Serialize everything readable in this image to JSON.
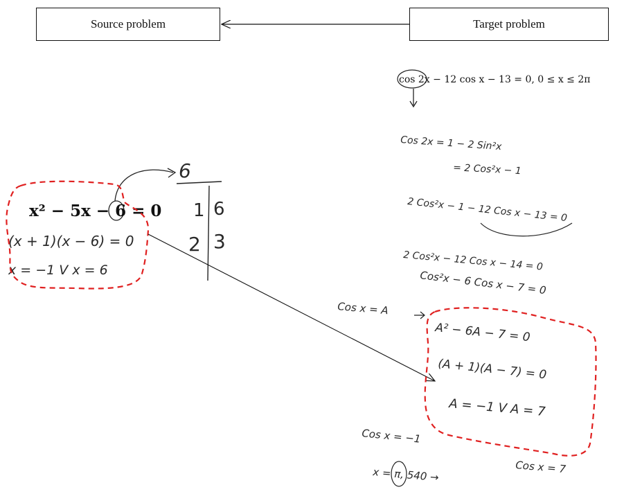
{
  "labels": {
    "source": "Source problem",
    "target": "Target problem"
  },
  "source_work": {
    "equation": "x² − 5x − 6 = 0",
    "factored": "(x + 1)(x − 6) = 0",
    "solutions": "x = −1  V  x = 6",
    "side_note_top": "6",
    "side_rows": [
      {
        "left": "1",
        "right": "6"
      },
      {
        "left": "2",
        "right": "3"
      }
    ]
  },
  "target_work": {
    "problem": "cos 2x − 12 cos x − 13 = 0,  0 ≤ x ≤ 2π",
    "lines": [
      "Cos 2x = 1 − 2 Sin²x",
      "= 2 Cos²x − 1",
      "2 Cos²x − 1 − 12 Cos x − 13 = 0",
      "2 Cos²x − 12 Cos x − 14 = 0",
      "Cos²x − 6 Cos x − 7 = 0",
      "Cos x = A",
      "A² − 6A − 7 = 0",
      "(A + 1)(A − 7) = 0",
      "A = −1  V  A = 7",
      "Cos x = −1",
      "Cos x = 7",
      "x = π, 540 →"
    ]
  },
  "colors": {
    "dashed_outline": "#e02020",
    "ink": "#222222"
  }
}
